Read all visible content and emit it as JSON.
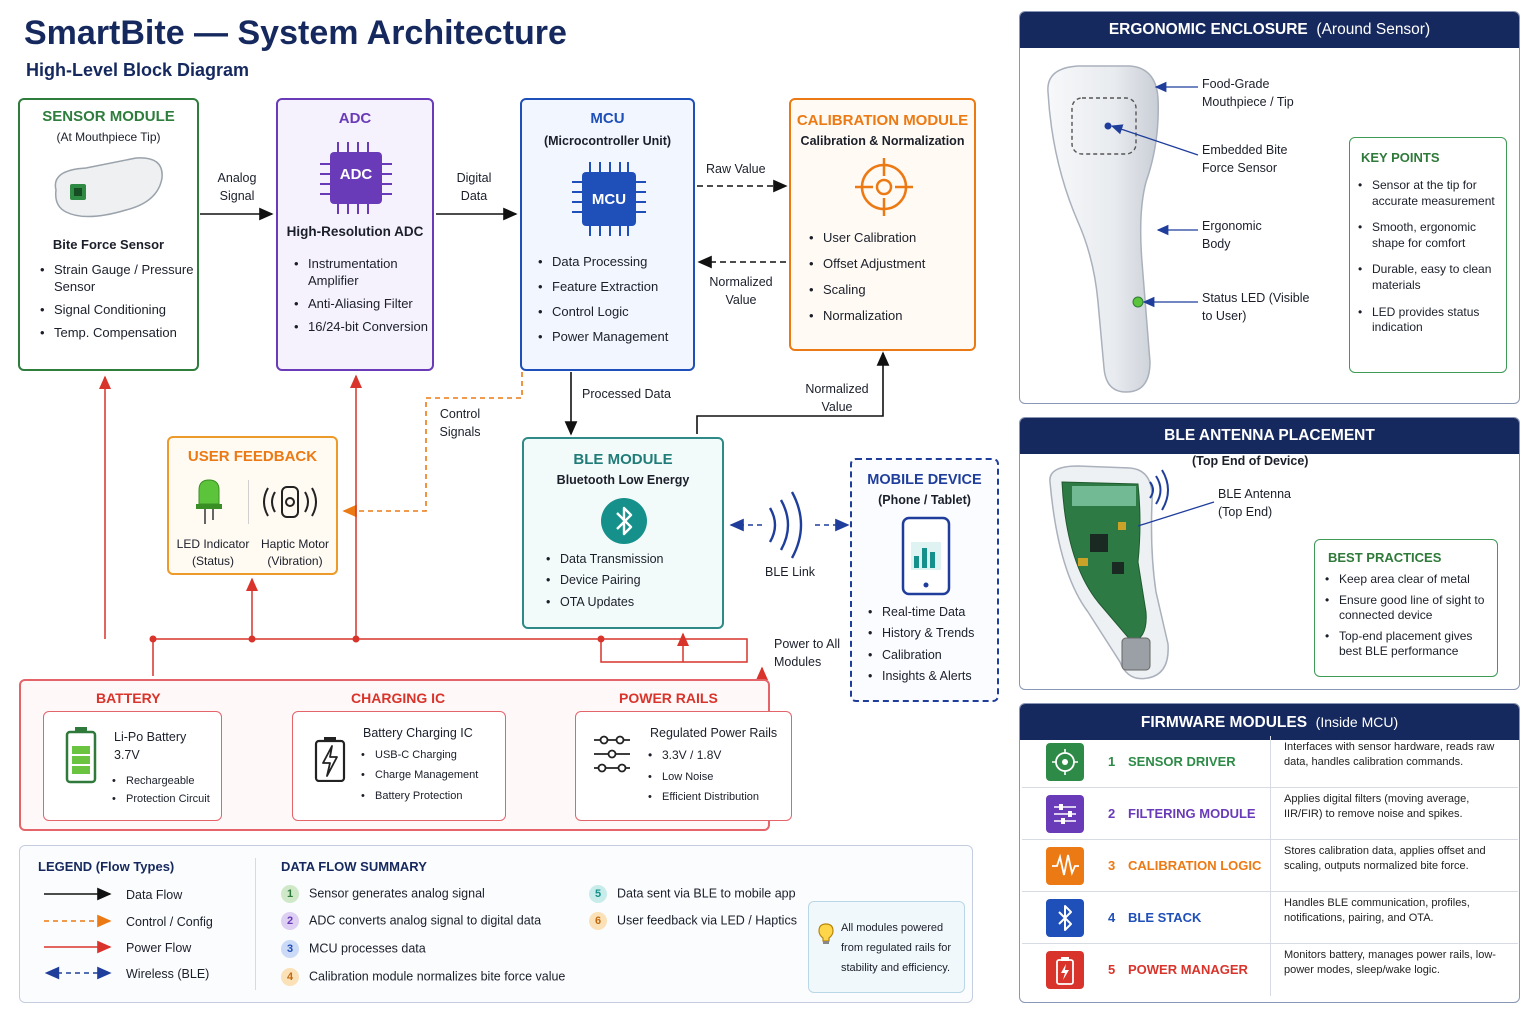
{
  "title": "SmartBite — System Architecture",
  "subtitle": "High-Level Block Diagram",
  "sensor": {
    "title": "SENSOR MODULE",
    "sub": "(At Mouthpiece Tip)",
    "name": "Bite Force Sensor",
    "items": [
      "Strain Gauge / Pressure Sensor",
      "Signal Conditioning",
      "Temp. Compensation"
    ]
  },
  "adc": {
    "title": "ADC",
    "chip": "ADC",
    "name": "High-Resolution ADC",
    "items": [
      "Instrumentation Amplifier",
      "Anti-Aliasing Filter",
      "16/24-bit Conversion"
    ]
  },
  "mcu": {
    "title": "MCU",
    "sub": "(Microcontroller Unit)",
    "chip": "MCU",
    "items": [
      "Data Processing",
      "Feature Extraction",
      "Control Logic",
      "Power Management"
    ]
  },
  "cal": {
    "title": "CALIBRATION MODULE",
    "sub": "Calibration & Normalization",
    "items": [
      "User Calibration",
      "Offset Adjustment",
      "Scaling",
      "Normalization"
    ]
  },
  "flow": {
    "analog": "Analog Signal",
    "digital": "Digital Data",
    "raw": "Raw Value",
    "normalized": "Normalized Value",
    "normalized2": "Normalized Value",
    "processed": "Processed Data",
    "control": "Control Signals",
    "blelink": "BLE Link",
    "power": "Power to All Modules"
  },
  "feedback": {
    "title": "USER FEEDBACK",
    "led": "LED Indicator (Status)",
    "haptic": "Haptic Motor (Vibration)"
  },
  "ble": {
    "title": "BLE MODULE",
    "sub": "Bluetooth Low Energy",
    "items": [
      "Data Transmission",
      "Device Pairing",
      "OTA Updates"
    ]
  },
  "mobile": {
    "title": "MOBILE DEVICE",
    "sub": "(Phone / Tablet)",
    "items": [
      "Real-time Data",
      "History & Trends",
      "Calibration",
      "Insights & Alerts"
    ]
  },
  "power": {
    "battery_title": "BATTERY",
    "charging_title": "CHARGING IC",
    "rails_title": "POWER RAILS",
    "battery": {
      "name": "Li-Po Battery",
      "volt": "3.7V",
      "items": [
        "Rechargeable",
        "Protection Circuit"
      ]
    },
    "charging": {
      "name": "Battery Charging IC",
      "items": [
        "USB-C Charging",
        "Charge Management",
        "Battery Protection"
      ]
    },
    "rails": {
      "name": "Regulated Power Rails",
      "items": [
        "3.3V / 1.8V",
        "Low Noise",
        "Efficient Distribution"
      ]
    }
  },
  "legend": {
    "title": "LEGEND (Flow Types)",
    "items": [
      "Data Flow",
      "Control / Config",
      "Power Flow",
      "Wireless (BLE)"
    ]
  },
  "summary": {
    "title": "DATA FLOW SUMMARY",
    "items": [
      {
        "n": "1",
        "t": "Sensor generates analog signal"
      },
      {
        "n": "2",
        "t": "ADC converts analog signal to digital data"
      },
      {
        "n": "3",
        "t": "MCU processes data"
      },
      {
        "n": "4",
        "t": "Calibration module normalizes bite force value"
      },
      {
        "n": "5",
        "t": "Data sent via BLE to mobile app"
      },
      {
        "n": "6",
        "t": "User feedback via LED / Haptics"
      }
    ],
    "note": "All modules powered from regulated rails for stability and efficiency."
  },
  "enclosure": {
    "title": "ERGONOMIC ENCLOSURE",
    "title2": "(Around Sensor)",
    "callouts": [
      "Food-Grade Mouthpiece / Tip",
      "Embedded Bite Force Sensor",
      "Ergonomic Body",
      "Status LED (Visible to User)"
    ],
    "key_title": "KEY POINTS",
    "key_items": [
      "Sensor at the tip for accurate measurement",
      "Smooth, ergonomic shape for comfort",
      "Durable, easy to clean materials",
      "LED provides status indication"
    ]
  },
  "antenna": {
    "title": "BLE ANTENNA PLACEMENT",
    "sub": "(Top End of Device)",
    "callout": "BLE Antenna (Top End)",
    "bp_title": "BEST PRACTICES",
    "bp_items": [
      "Keep area clear of metal",
      "Ensure good line of sight to connected device",
      "Top-end placement gives best BLE performance"
    ]
  },
  "firmware": {
    "title": "FIRMWARE MODULES",
    "title2": "(Inside MCU)",
    "rows": [
      {
        "n": "1",
        "name": "SENSOR DRIVER",
        "desc": "Interfaces with sensor hardware, reads raw data, handles calibration commands.",
        "color": "#2e8b47"
      },
      {
        "n": "2",
        "name": "FILTERING MODULE",
        "desc": "Applies digital filters (moving average, IIR/FIR) to remove noise and spikes.",
        "color": "#6a3bb8"
      },
      {
        "n": "3",
        "name": "CALIBRATION LOGIC",
        "desc": "Stores calibration data, applies offset and scaling, outputs normalized bite force.",
        "color": "#ec7a14"
      },
      {
        "n": "4",
        "name": "BLE STACK",
        "desc": "Handles BLE communication, profiles, notifications, pairing, and OTA.",
        "color": "#1f4fb8"
      },
      {
        "n": "5",
        "name": "POWER MANAGER",
        "desc": "Monitors battery, manages power rails, low-power modes, sleep/wake logic.",
        "color": "#d9342b"
      }
    ]
  }
}
